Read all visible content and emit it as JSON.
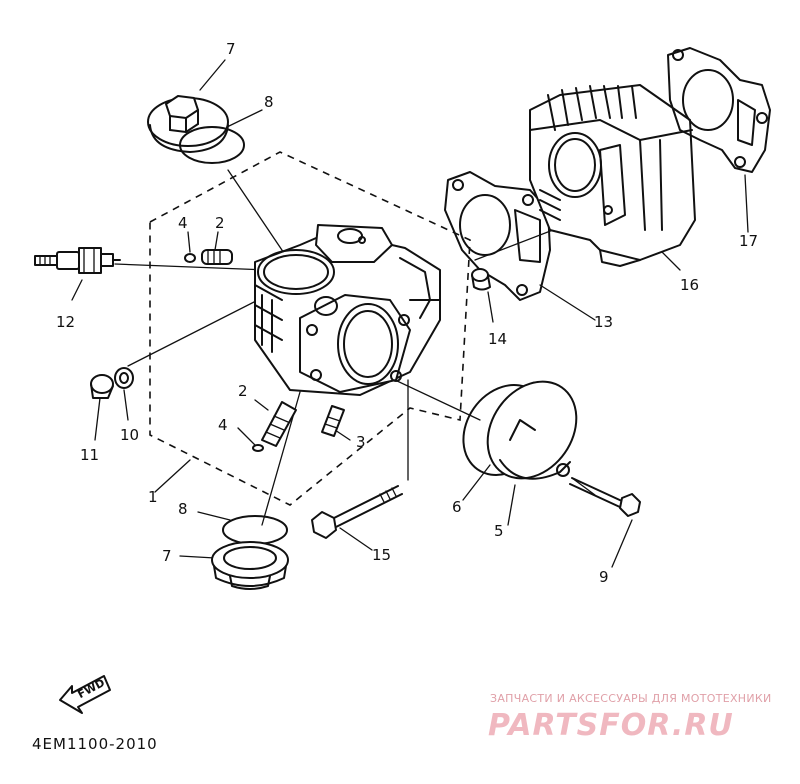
{
  "callouts": {
    "c1": "1",
    "c2a": "2",
    "c2b": "2",
    "c3": "3",
    "c4a": "4",
    "c4b": "4",
    "c5": "5",
    "c6": "6",
    "c7a": "7",
    "c7b": "7",
    "c8a": "8",
    "c8b": "8",
    "c9": "9",
    "c10": "10",
    "c11": "11",
    "c12": "12",
    "c13": "13",
    "c14": "14",
    "c15": "15",
    "c16": "16",
    "c17": "17"
  },
  "fwd_label": "FWD",
  "diagram_code": "4EM1100-2010",
  "watermark": {
    "tagline": "ЗАПЧАСТИ И АКСЕССУАРЫ ДЛЯ МОТОТЕХНИКИ",
    "brand": "PARTSFOR.RU"
  }
}
